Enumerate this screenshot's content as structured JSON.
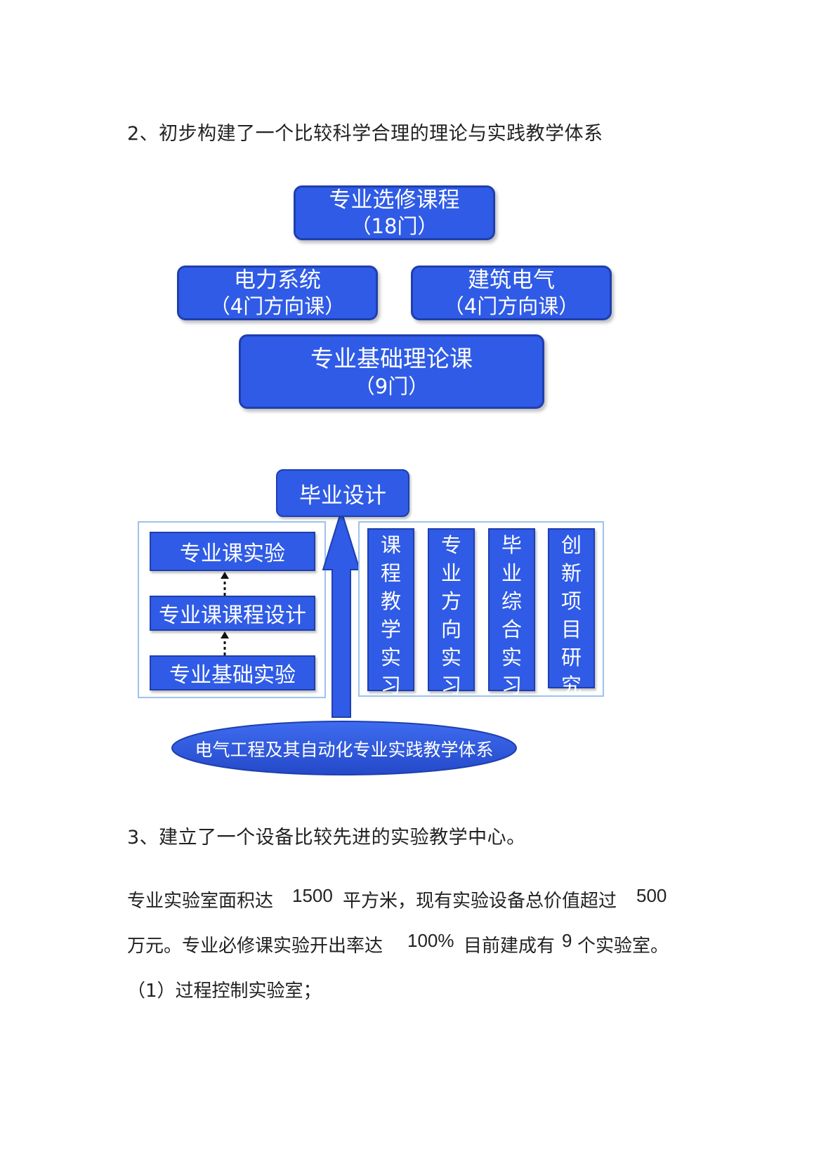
{
  "section2": {
    "heading": "2、初步构建了一个比较科学合理的理论与实践教学体系"
  },
  "theory": {
    "elective": {
      "title": "专业选修课程",
      "count": "（18门）"
    },
    "power": {
      "title": "电力系统",
      "count": "（4门方向课）"
    },
    "building": {
      "title": "建筑电气",
      "count": "（4门方向课）"
    },
    "basic": {
      "title": "专业基础理论课",
      "count": "（9门）"
    }
  },
  "practice": {
    "graduation_design": "毕业设计",
    "left_labs": [
      "专业课实验",
      "专业课课程设计",
      "专业基础实验"
    ],
    "internships": [
      "课程教学实习",
      "专业方向实习",
      "毕业综合实习",
      "创新项目研究"
    ],
    "system_label": "电气工程及其自动化专业实践教学体系"
  },
  "section3": {
    "heading": "3、建立了一个设备比较先进的实验教学中心。",
    "p1_a": "专业实验室面积达",
    "area": "1500",
    "p1_b": "平方米，现有实验设备总价值超过",
    "value": "500",
    "p2_a": "万元。专业必修课实验开出率达",
    "rate": "100%",
    "p2_b": "目前建成有",
    "labs_count": "9",
    "p2_c": "个实验室。",
    "item1": "（1）过程控制实验室；"
  },
  "colors": {
    "box_fill": "#2f5be6",
    "box_border": "#1f3fae",
    "frame_border": "#9ec2ec"
  }
}
